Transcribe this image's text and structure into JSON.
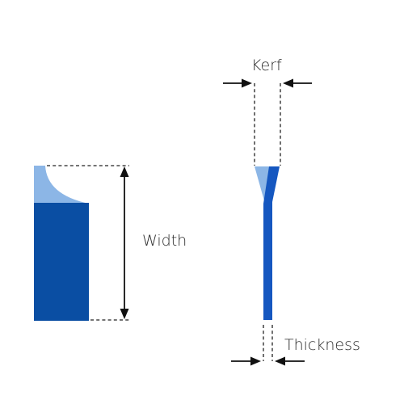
{
  "labels": {
    "kerf": "Kerf",
    "width": "Width",
    "thickness": "Thickness"
  },
  "colors": {
    "blade_body": "#0a4ea3",
    "blade_tip": "#8cb6e6",
    "tooth_dark": "#1557c0",
    "tooth_light": "#8cb6e6",
    "lines": "#111111"
  }
}
